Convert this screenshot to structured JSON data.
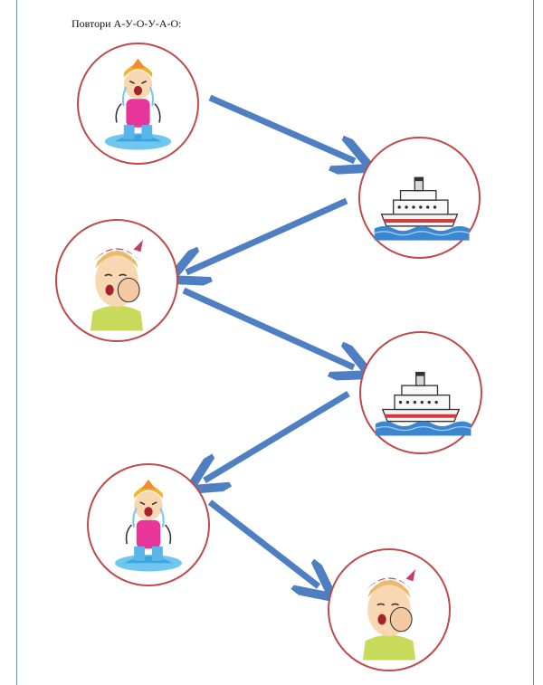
{
  "page": {
    "instruction": "Повтори А-У-О-У-А-О:"
  },
  "sequence": [
    {
      "sound": "А",
      "picture": "crying-girl"
    },
    {
      "sound": "У",
      "picture": "steamship"
    },
    {
      "sound": "О",
      "picture": "girl-toothache"
    },
    {
      "sound": "У",
      "picture": "steamship"
    },
    {
      "sound": "А",
      "picture": "crying-girl"
    },
    {
      "sound": "О",
      "picture": "girl-toothache"
    }
  ],
  "colors": {
    "circle_border": "#c04a4a",
    "arrow": "#4f7fc3",
    "frame": "#6a8fc0"
  }
}
